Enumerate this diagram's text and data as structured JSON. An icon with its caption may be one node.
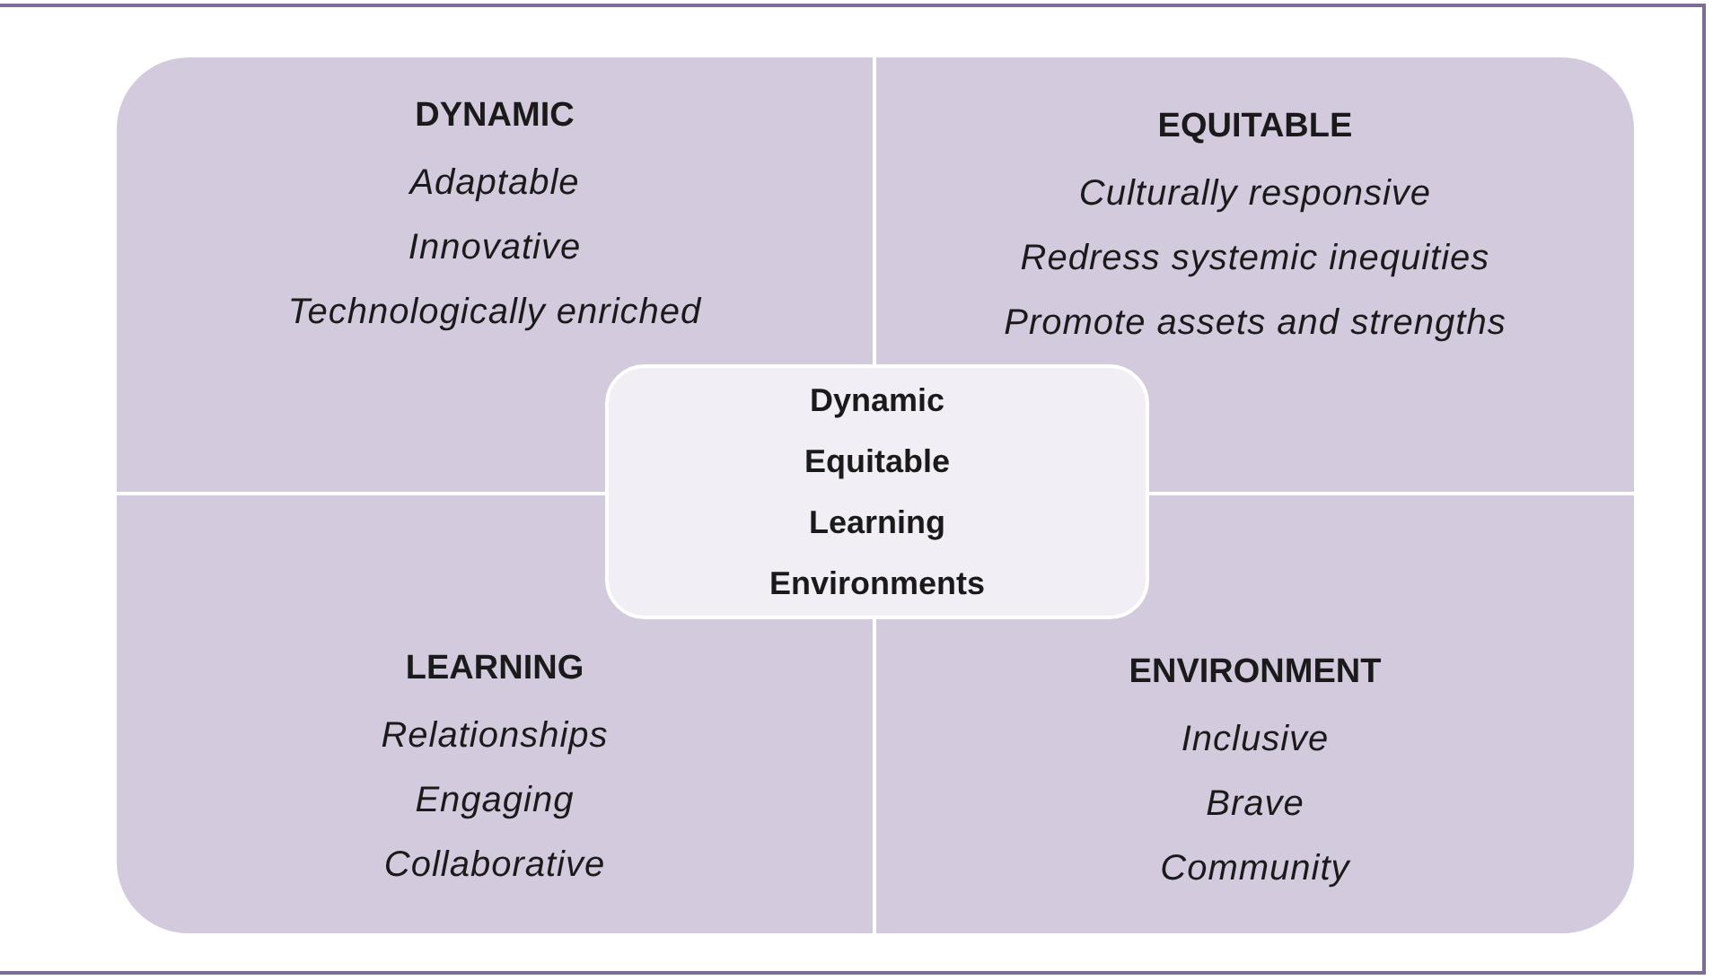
{
  "diagram": {
    "nodes": [
      {
        "text": [
          "DYNAMIC",
          "Adaptable",
          "Innovative",
          "Technologically enriched"
        ]
      },
      {
        "text": [
          "EQUITABLE",
          "Culturally responsive",
          "Redress systemic inequities",
          "Promote assets and strengths"
        ]
      },
      {
        "text": [
          "LEARNING",
          "Relationships",
          "Engaging",
          "Collaborative"
        ]
      },
      {
        "text": [
          "ENVIRONMENT",
          "Inclusive",
          "Brave",
          "Community"
        ]
      },
      {
        "text": [
          "Dynamic Equitable Learning Environments"
        ]
      }
    ]
  }
}
